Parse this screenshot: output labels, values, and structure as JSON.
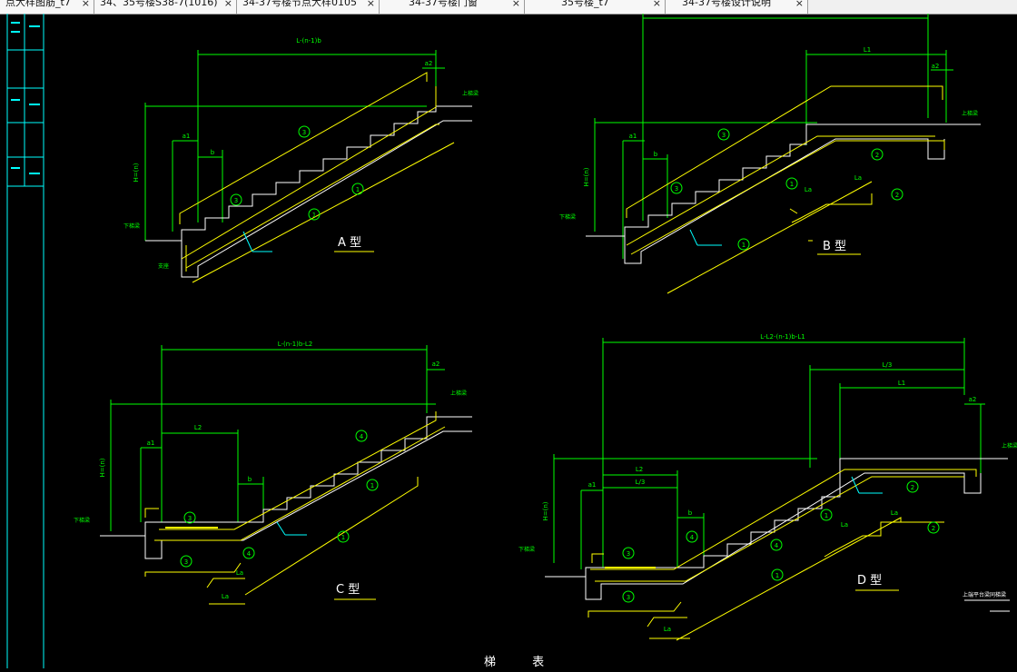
{
  "tabs": [
    {
      "label": "点大样图筋_t7",
      "close": "×"
    },
    {
      "label": "34、35号楼S38-7(1016)",
      "close": "×"
    },
    {
      "label": "34-37号楼节点大样0105",
      "close": "×"
    },
    {
      "label": "34-37号楼门窗",
      "close": "×"
    },
    {
      "label": "35号楼_t7",
      "close": "×"
    },
    {
      "label": "34-37号楼设计说明",
      "close": "×"
    }
  ],
  "drawing": {
    "type_a": {
      "label": "A 型",
      "dim_top": "L-(n-1)b",
      "dim_a2": "a2",
      "dim_a1": "a1",
      "dim_b": "b",
      "dim_h": "H=(n)",
      "lower_beam": "下梯梁",
      "upper_beam": "上梯梁",
      "seat": "支座"
    },
    "type_b": {
      "label": "B 型",
      "dim_l1": "L1",
      "dim_a2": "a2",
      "dim_a1": "a1",
      "dim_b": "b",
      "dim_h": "H=(n)",
      "dim_la": "La",
      "lower_beam": "下梯梁",
      "upper_beam": "上梯梁"
    },
    "type_c": {
      "label": "C 型",
      "dim_top": "L-(n-1)b-L2",
      "dim_a2": "a2",
      "dim_a1": "a1",
      "dim_l2": "L2",
      "dim_b": "b",
      "dim_h": "H=(n)",
      "dim_la": "La",
      "lower_beam": "下梯梁",
      "upper_beam": "上梯梁"
    },
    "type_d": {
      "label": "D 型",
      "dim_top": "L-L2-(n-1)b-L1",
      "dim_l3": "L/3",
      "dim_l1": "L1",
      "dim_a2": "a2",
      "dim_a1": "a1",
      "dim_l2": "L2",
      "dim_b": "b",
      "dim_h": "H=(n)",
      "dim_la": "La",
      "lower_beam": "下梯梁",
      "upper_beam": "上梯梁"
    },
    "bottom_title": "梯 表",
    "side_note": "上端平台梁同梯梁",
    "marker_1": "1",
    "marker_2": "2",
    "marker_3": "3",
    "marker_4": "4"
  },
  "colors": {
    "green": "#00ff00",
    "yellow": "#ffff00",
    "white": "#ffffff",
    "cyan": "#00ffff",
    "background": "#000000"
  }
}
